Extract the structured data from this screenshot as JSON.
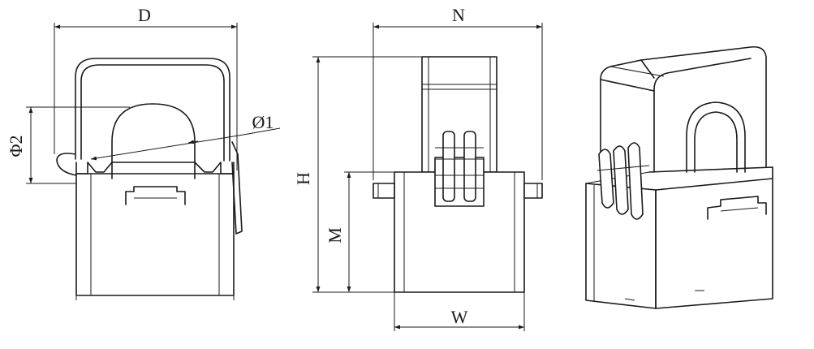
{
  "dimensions": {
    "D": "D",
    "N": "N",
    "H": "H",
    "M": "M",
    "W": "W",
    "phi1": "Ø1",
    "phi2": "Φ2"
  },
  "colors": {
    "ink": "#1a1a1a",
    "background": "#ffffff"
  }
}
